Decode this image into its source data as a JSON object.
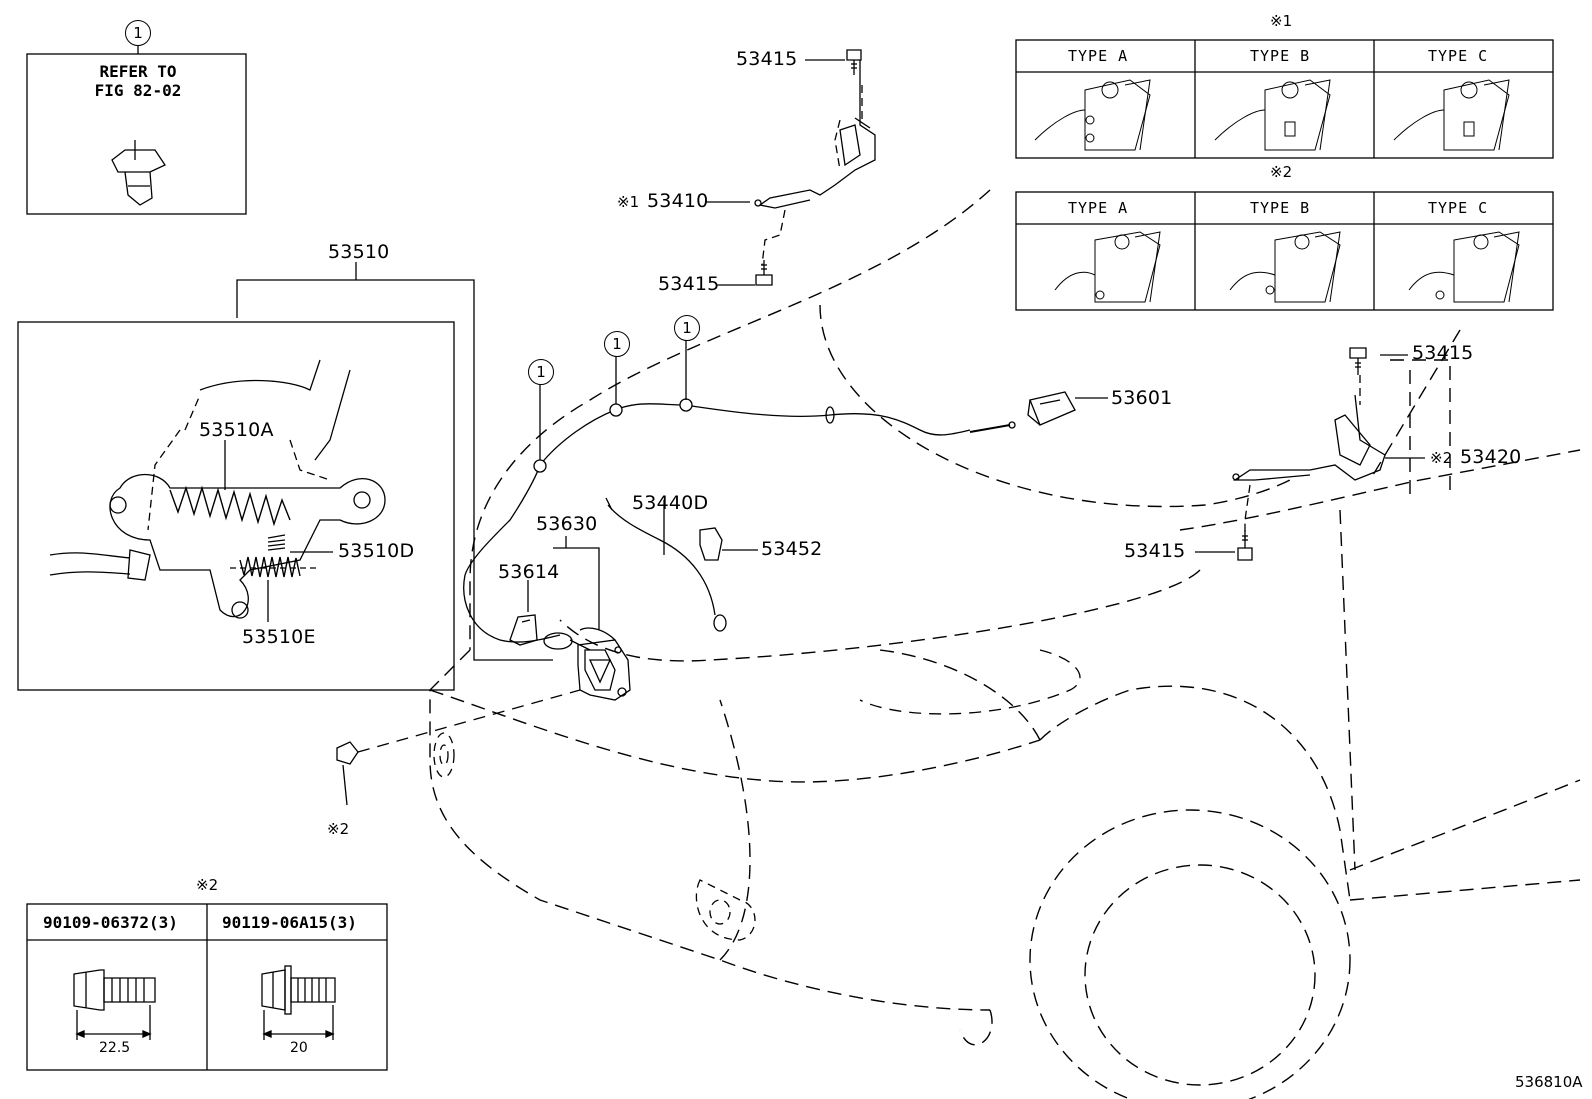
{
  "ref_box": {
    "marker": "1",
    "text_line1": "REFER TO",
    "text_line2": "FIG 82-02"
  },
  "type_tables": [
    {
      "marker": "※1",
      "headers": [
        "TYPE  A",
        "TYPE  B",
        "TYPE  C"
      ]
    },
    {
      "marker": "※2",
      "headers": [
        "TYPE  A",
        "TYPE  B",
        "TYPE  C"
      ]
    }
  ],
  "callouts": {
    "p53415_top": "53415",
    "p53410_mark": "※1",
    "p53410": "53410",
    "p53415_mid": "53415",
    "p53510": "53510",
    "p53510A": "53510A",
    "p53510D": "53510D",
    "p53510E": "53510E",
    "p53630": "53630",
    "p53614": "53614",
    "p53440D": "53440D",
    "p53452": "53452",
    "p53601": "53601",
    "p53415_right_top": "53415",
    "p53420_mark": "※2",
    "p53420": "53420",
    "p53415_right_bot": "53415",
    "bolt_mark": "※2"
  },
  "circle_markers": [
    "1",
    "1",
    "1"
  ],
  "bolt_table": {
    "marker": "※2",
    "columns": [
      {
        "part": "90109-06372(3)",
        "length": "22.5"
      },
      {
        "part": "90119-06A15(3)",
        "length": "20"
      }
    ]
  },
  "figure_id": "536810A"
}
